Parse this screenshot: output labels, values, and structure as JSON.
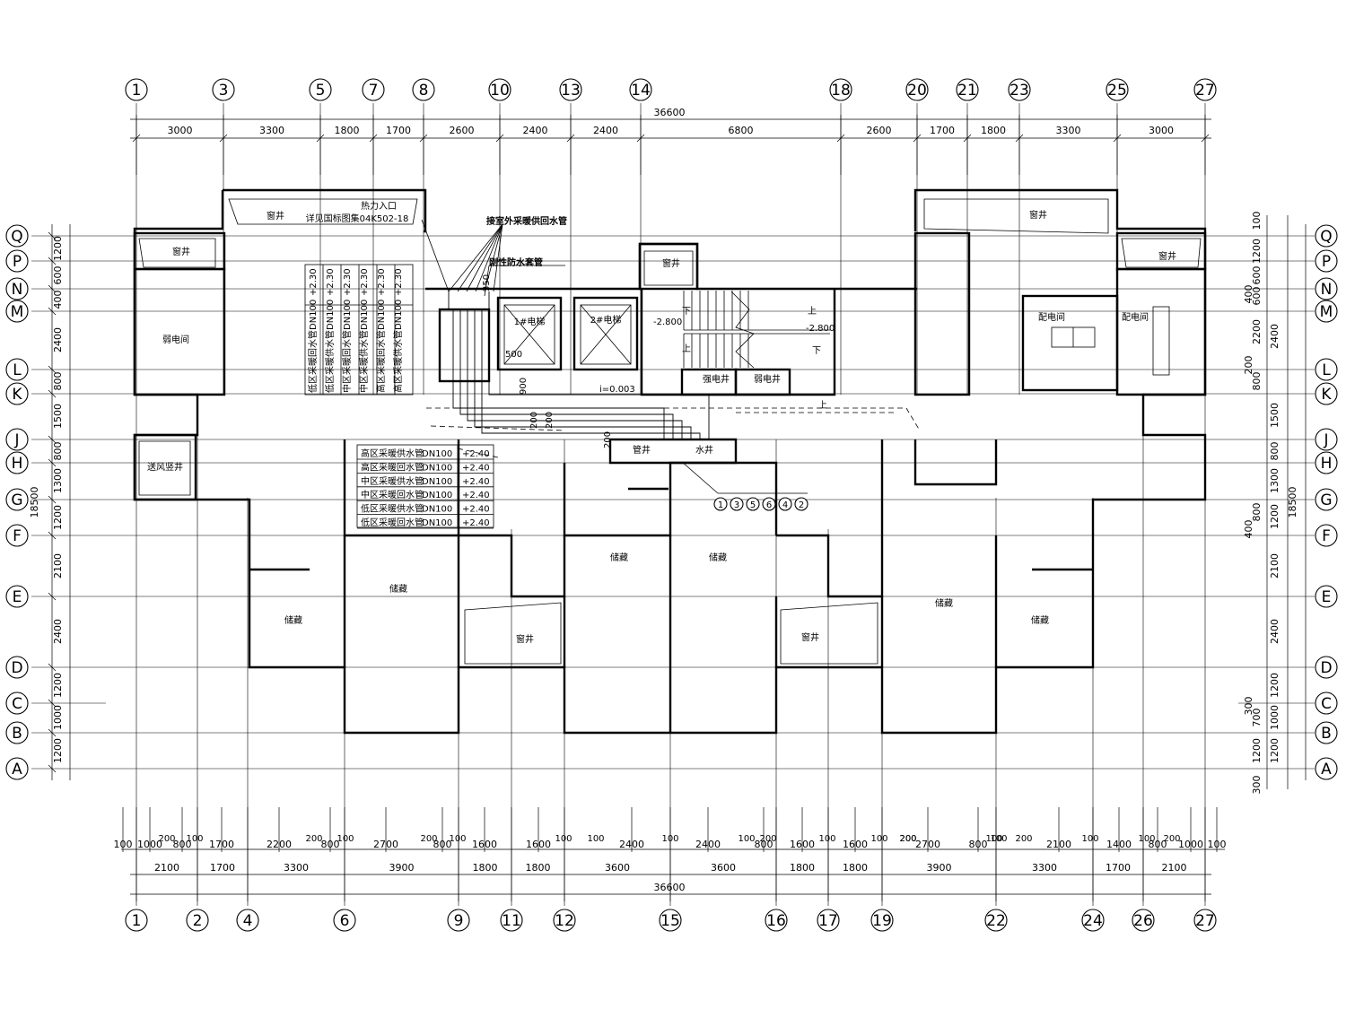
{
  "grid_top": [
    "1",
    "3",
    "5",
    "7",
    "8",
    "10",
    "13",
    "14",
    "18",
    "20",
    "21",
    "23",
    "25",
    "27"
  ],
  "grid_bottom": [
    "1",
    "2",
    "4",
    "6",
    "9",
    "11",
    "12",
    "15",
    "16",
    "17",
    "19",
    "22",
    "24",
    "26",
    "27"
  ],
  "grid_rows": [
    "Q",
    "P",
    "N",
    "M",
    "L",
    "K",
    "J",
    "H",
    "G",
    "F",
    "E",
    "D",
    "C",
    "B",
    "A"
  ],
  "top_total": "36600",
  "top_dims": [
    "3000",
    "3300",
    "1800",
    "1700",
    "2600",
    "2400",
    "2400",
    "6800",
    "2600",
    "1700",
    "1800",
    "3300",
    "3000"
  ],
  "bottom_total": "36600",
  "bottom_dims_row2": [
    "2100",
    "1700",
    "3300",
    "3900",
    "1800",
    "1800",
    "3600",
    "3600",
    "1800",
    "1800",
    "3900",
    "3300",
    "1700",
    "2100"
  ],
  "bottom_dims_row1": [
    "100",
    "1000",
    "800",
    "1700",
    "2200",
    "800",
    "2700",
    "800",
    "1600",
    "1600",
    "2400",
    "2400",
    "800",
    "1600",
    "1600",
    "2700",
    "800",
    "2100",
    "1400",
    "800",
    "1000",
    "100"
  ],
  "bottom_dims_small": [
    "200",
    "100",
    "200",
    "100",
    "200",
    "100",
    "100",
    "100",
    "100",
    "100",
    "200",
    "100",
    "100",
    "200",
    "100",
    "200",
    "100",
    "100",
    "200",
    "100",
    "200"
  ],
  "left_dims": [
    "1200",
    "600",
    "400",
    "2400",
    "800",
    "1500",
    "800",
    "1300",
    "1200",
    "2100",
    "2400",
    "1200",
    "1000",
    "1200"
  ],
  "left_total": "18500",
  "right_dims": [
    "100",
    "1200",
    "600",
    "600",
    "400",
    "2200",
    "2400",
    "200",
    "800",
    "1500",
    "800",
    "1300",
    "1200",
    "800",
    "400",
    "2100",
    "2400",
    "1200",
    "300",
    "700",
    "1000",
    "1200",
    "1200",
    "300"
  ],
  "right_total": "18500",
  "rooms": {
    "window_well": "窗井",
    "storage": "储藏",
    "weak_electric": "弱电间",
    "strong_electric": "强电井",
    "weak_electric_well": "弱电井",
    "power_room": "配电间",
    "exhaust_shaft": "送风竖井",
    "elevator_1": "1#电梯",
    "elevator_2": "2#电梯",
    "pipe_shaft": "管井",
    "water_shaft": "水井"
  },
  "notes": {
    "heat_entry": "热力入口",
    "heat_entry_ref": "详见国标图集04K502-18",
    "outdoor_pipe": "接室外采暖供回水管",
    "waterproof_sleeve": "刚性防水套管",
    "slope": "i=0.003",
    "elev_neg": "-2.800",
    "elev_neg2": "-2.800",
    "up": "上",
    "down": "下",
    "dim_500": "500",
    "dim_350": "350",
    "dim_900": "900",
    "dim_200a": "200",
    "dim_200b": "200",
    "dim_200c": "200"
  },
  "pipe_labels_vertical": [
    "低区采暖回水管DN100",
    "低区采暖供水管DN100",
    "中区采暖回水管DN100",
    "中区采暖供水管DN100",
    "高区采暖回水管DN100",
    "高区采暖供水管DN100"
  ],
  "pipe_elev_vertical": [
    "+2.30",
    "+2.30",
    "+2.30",
    "+2.30",
    "+2.30",
    "+2.30"
  ],
  "pipe_table": [
    {
      "name": "高区采暖供水管",
      "size": "DN100",
      "elev": "+2.40"
    },
    {
      "name": "高区采暖回水管",
      "size": "DN100",
      "elev": "+2.40"
    },
    {
      "name": "中区采暖供水管",
      "size": "DN100",
      "elev": "+2.40"
    },
    {
      "name": "中区采暖回水管",
      "size": "DN100",
      "elev": "+2.40"
    },
    {
      "name": "低区采暖供水管",
      "size": "DN100",
      "elev": "+2.40"
    },
    {
      "name": "低区采暖回水管",
      "size": "DN100",
      "elev": "+2.40"
    }
  ],
  "pipe_tags": [
    "1",
    "3",
    "5",
    "6",
    "4",
    "2"
  ]
}
